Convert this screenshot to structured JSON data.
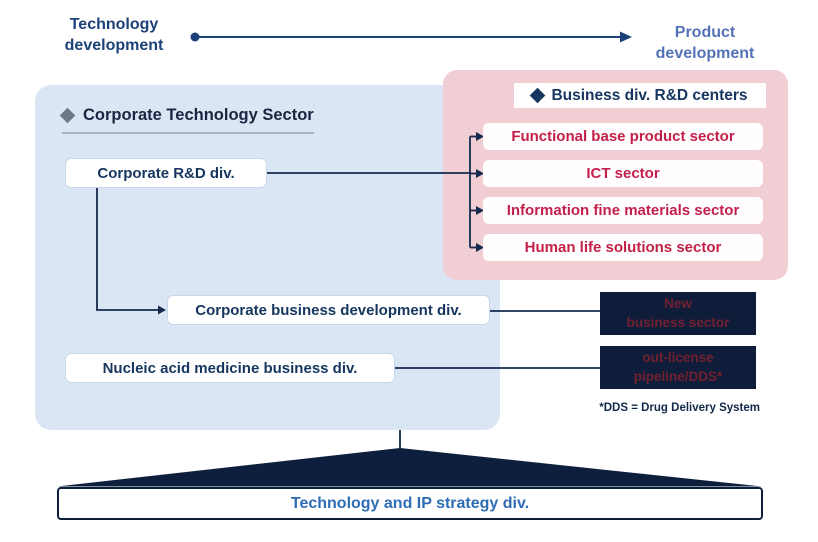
{
  "flow": {
    "left_label": {
      "line1": "Technology",
      "line2": "development"
    },
    "right_label": {
      "line1": "Product",
      "line2": "development"
    }
  },
  "corporate_sector": {
    "title": "Corporate Technology Sector",
    "rd_div": "Corporate R&D div.",
    "business_dev_div": "Corporate business development div.",
    "nucleic_div": "Nucleic acid medicine business div."
  },
  "business_rd_centers": {
    "title": "Business div. R&D centers",
    "sectors": [
      "Functional base product sector",
      "ICT sector",
      "Information fine materials sector",
      "Human life solutions sector"
    ]
  },
  "pipeline": {
    "new_business": {
      "line1": "New",
      "line2": "business sector"
    },
    "out_license": {
      "line1": "out-license",
      "line2": "pipeline/DDS*"
    },
    "footnote": "*DDS = Drug Delivery System"
  },
  "bottom": {
    "strategy_div": "Technology and IP strategy div."
  },
  "colors": {
    "navy_text": "#16365f",
    "dark_navy": "#0e1f3e",
    "light_blue_panel": "#dbe6f4",
    "pink_panel": "#f1ced4",
    "crimson": "#c41f4a",
    "strategy_blue": "#2e6cb5",
    "periwinkle": "#5572b8",
    "dark_box_bg": "#101d3a",
    "dark_box_text": "#71202f"
  }
}
